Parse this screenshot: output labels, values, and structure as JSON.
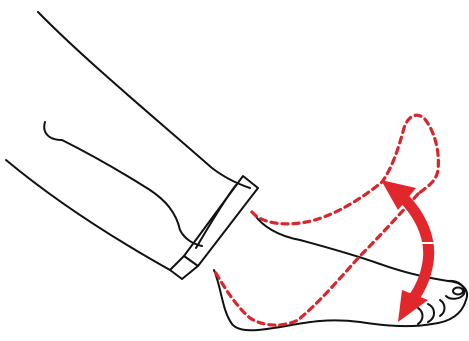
{
  "figure": {
    "subject": "foot-ankle-range-of-motion",
    "colors": {
      "background": "#ffffff",
      "outline": "#111111",
      "motion_path": "#d9262c",
      "arrow": "#e1262c",
      "arrow_seam": "#ffffff"
    },
    "icons": {
      "leg": "lower-leg-illustration",
      "foot": "foot-illustration",
      "alternate_position": "dashed-foot-outline",
      "motion": "curved-double-arrow"
    }
  }
}
